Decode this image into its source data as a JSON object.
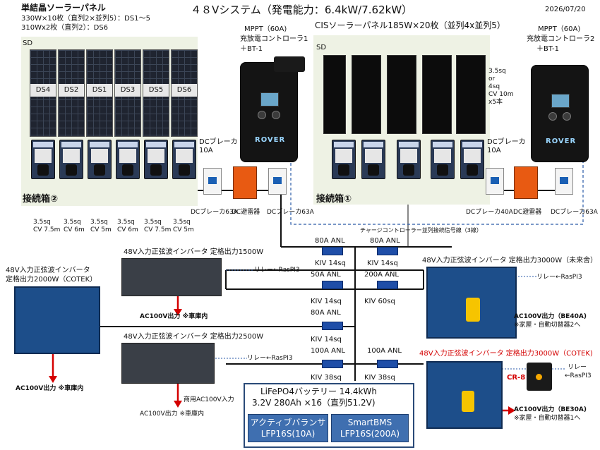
{
  "header": {
    "title": "４８Vシステム（発電能力：6.4kW/7.62kW）",
    "date": "2026/07/20"
  },
  "left_array": {
    "title": "単結晶ソーラーパネル",
    "spec1": "330W×10枚（直列2×並列5）：DS1～5",
    "spec2": "310Wx2枚（直列2）：DS6",
    "sd": "SD",
    "panels": [
      "DS4",
      "DS2",
      "DS1",
      "DS3",
      "DS5",
      "DS6"
    ],
    "box_label": "接続箱②",
    "cables": [
      {
        "l1": "3.5sq",
        "l2": "CV 7.5m"
      },
      {
        "l1": "3.5sq",
        "l2": "CV 6m"
      },
      {
        "l1": "3.5sq",
        "l2": "CV 5m"
      },
      {
        "l1": "3.5sq",
        "l2": "CV 6m"
      },
      {
        "l1": "3.5sq",
        "l2": "CV 7.5m"
      },
      {
        "l1": "3.5sq",
        "l2": "CV 5m"
      }
    ],
    "breaker_label_1": "DCブレーカ",
    "breaker_label_2": "10A"
  },
  "right_array": {
    "title": "CISソーラーパネル185W×20枚（並列4x並列5）",
    "sd": "SD",
    "box_label": "接続箱①",
    "cable_note": [
      "3.5sq",
      "or",
      "4sq",
      "CV 10m",
      "x5本"
    ],
    "breaker_label_1": "DCブレーカ",
    "breaker_label_2": "10A"
  },
  "mppt1": {
    "l1": "MPPT（60A)",
    "l2": "充放電コントローラ1",
    "l3": "＋BT-1",
    "brand": "ROVER"
  },
  "mppt2": {
    "l1": "MPPT（60A)",
    "l2": "充放電コントローラ2",
    "l3": "＋BT-1",
    "brand": "ROVER"
  },
  "labels": {
    "dc_breaker_63a_left": "DCブレーカ63A",
    "arrester_left": "DC避雷器",
    "dc_breaker_63a_mid": "DCブレーカ63A",
    "dc_breaker_40a": "DCブレーカ40A",
    "arrester_right": "DC避雷器",
    "dc_breaker_63a_right": "DCブレーカ63A",
    "charge_link": "チャージコントローラー並列接続信号線（3線）"
  },
  "bus": {
    "anl_top_left": "80A ANL",
    "anl_top_right": "80A ANL",
    "kiv14_a": "KIV 14sq",
    "kiv14_b": "KIV 14sq",
    "anl_50": "50A ANL",
    "anl_200": "200A ANL",
    "kiv14_c": "KIV 14sq",
    "kiv60": "KIV 60sq",
    "anl_80b": "80A ANL",
    "kiv14_d": "KIV 14sq",
    "anl_100a": "100A ANL",
    "anl_100b": "100A ANL",
    "kiv38_a": "KIV 38sq",
    "kiv38_b": "KIV 38sq"
  },
  "inverters": {
    "inv1500": {
      "title": "48V入力正弦波インバータ 定格出力1500W",
      "relay": "リレー←RasPI3",
      "out": "AC100V出力 ※車庫内"
    },
    "cotek2000": {
      "title1": "48V入力正弦波インバータ",
      "title2": "定格出力2000W（COTEK）",
      "out": "AC100V出力 ※車庫内"
    },
    "inv2500": {
      "title": "48V入力正弦波インバータ 定格出力2500W",
      "relay": "リレー←RasPI3",
      "in": "商用AC100V入力",
      "out": "AC100V出力 ※車庫内"
    },
    "inv3000a": {
      "title": "48V入力正弦波インバータ 定格出力3000W（未来舎）",
      "relay": "リレー←RasPI3",
      "out": "AC100V出力（BE40A)",
      "note": "※家屋・自動切替器2へ"
    },
    "inv3000b": {
      "title": "48V入力正弦波インバータ 定格出力3000W（COTEK)",
      "cr8": "CR-8",
      "relay1": "リレー",
      "relay2": "←RasPI3",
      "out": "AC100V出力（BE30A)",
      "note": "※家屋・自動切替器1へ"
    }
  },
  "battery": {
    "title1": "LiFePO4バッテリー 14.4kWh",
    "title2": "3.2V 280Ah ×16（直列51.2V)",
    "balancer1": "アクティブバランサ",
    "balancer2": "LFP16S(10A)",
    "bms1": "SmartBMS",
    "bms2": "LFP16S(200A)"
  },
  "colors": {
    "accent_red": "#d40000",
    "blue_line": "#2a5aa8",
    "panel_bg": "#eef2e4"
  }
}
